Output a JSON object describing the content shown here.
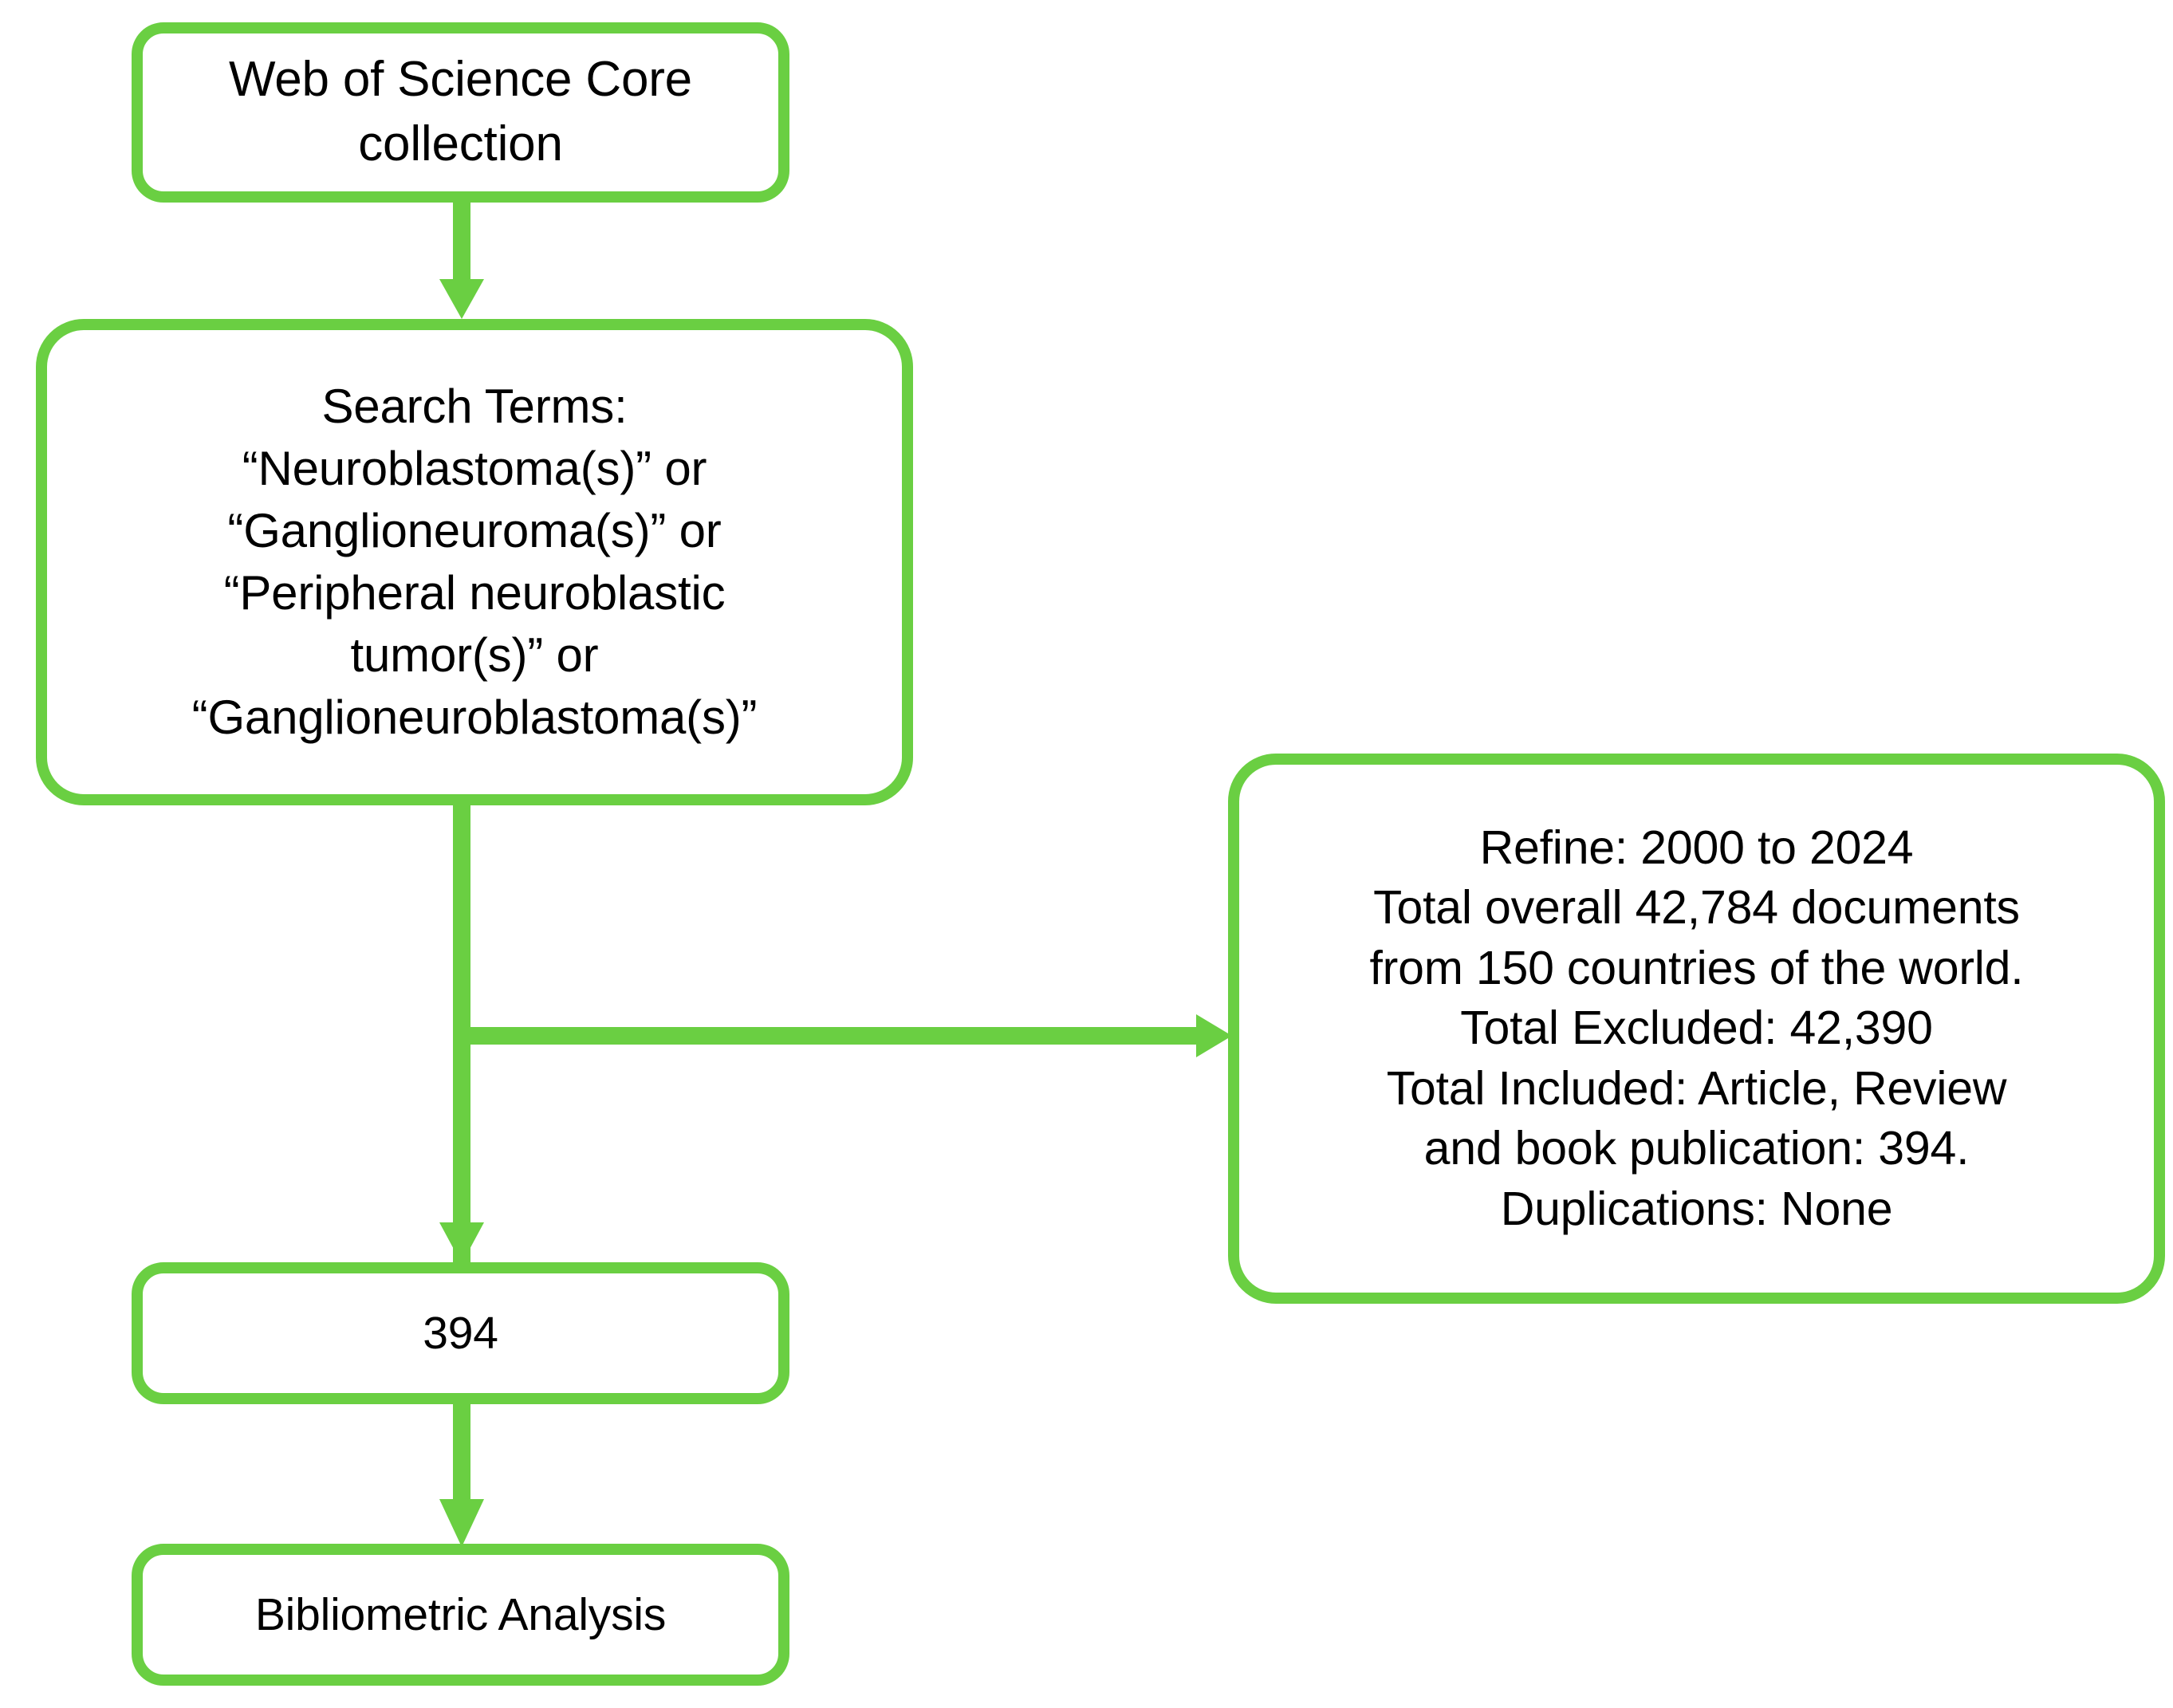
{
  "diagram": {
    "title": "Bibliometric study selection flowchart",
    "accent_color": "#6ACF42",
    "background_color": "#FFFFFF",
    "text_color": "#000000",
    "nodes": [
      {
        "id": "source",
        "name": "web-of-science-core-collection",
        "label": "Web of Science Core\ncollection"
      },
      {
        "id": "search",
        "name": "search-terms",
        "label": "Search Terms:\n“Neuroblastoma(s)” or\n“Ganglioneuroma(s)” or\n“Peripheral neuroblastic\ntumor(s)” or\n“Ganglioneuroblastoma(s)”"
      },
      {
        "id": "refine",
        "name": "refine-results",
        "label": "Refine: 2000 to 2024\nTotal overall 42,784 documents\nfrom 150 countries of the world.\nTotal Excluded: 42,390\nTotal Included: Article, Review\nand book publication: 394.\nDuplications: None"
      },
      {
        "id": "count",
        "name": "included-count",
        "label": "394"
      },
      {
        "id": "analysis",
        "name": "bibliometric-analysis",
        "label": "Bibliometric Analysis"
      }
    ],
    "connectors": [
      {
        "name": "arrow-source-to-search",
        "from": "source",
        "to": "search",
        "direction": "down"
      },
      {
        "name": "arrow-search-to-refine",
        "from": "search",
        "to": "refine",
        "direction": "right"
      },
      {
        "name": "arrow-search-to-count",
        "from": "search",
        "to": "count",
        "direction": "down"
      },
      {
        "name": "arrow-count-to-analysis",
        "from": "count",
        "to": "analysis",
        "direction": "down"
      }
    ],
    "values": {
      "refine_year_start": "2000",
      "refine_year_end": "2024",
      "total_documents": "42,784",
      "countries": "150",
      "total_excluded": "42,390",
      "total_included": "394",
      "duplications": "None"
    }
  }
}
